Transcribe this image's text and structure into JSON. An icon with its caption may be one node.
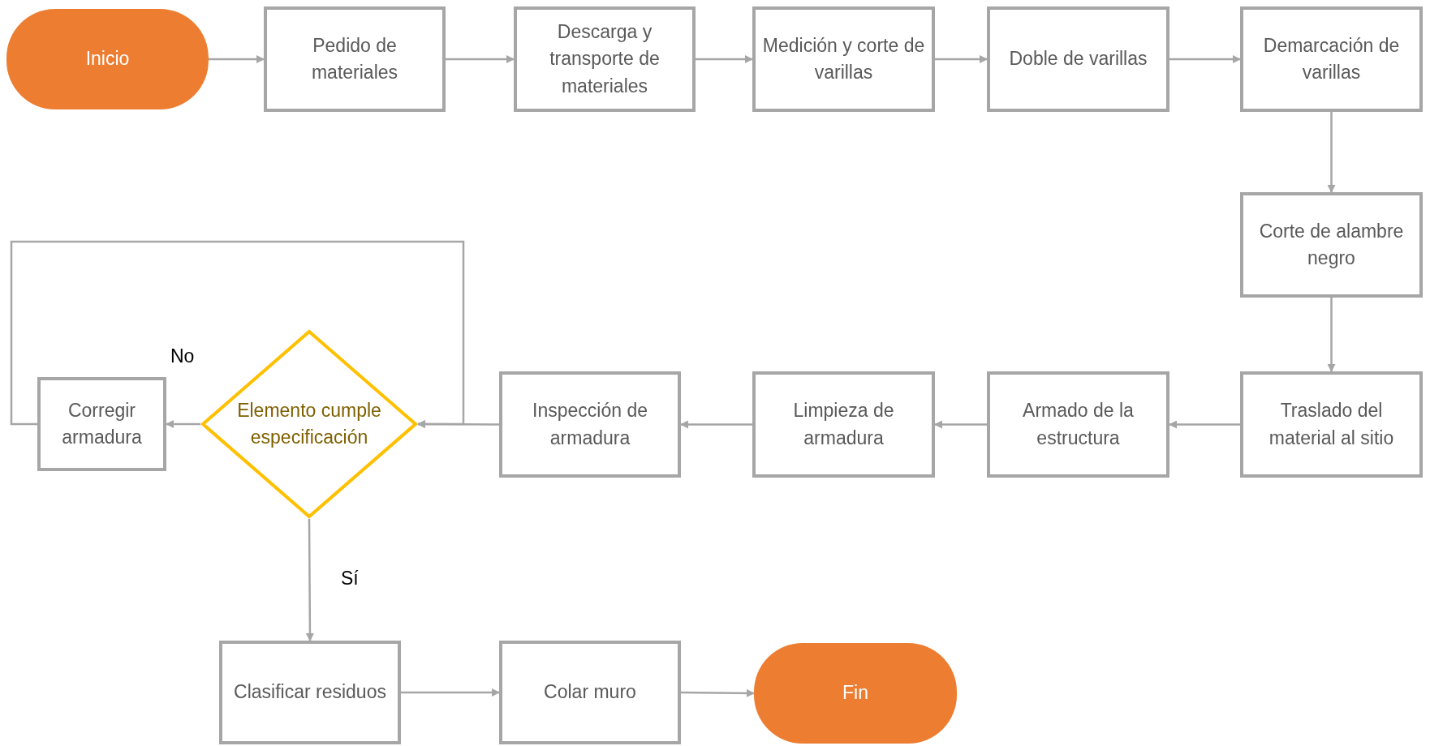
{
  "diagram": {
    "nodes": [
      {
        "text": [
          "Inicio"
        ]
      },
      {
        "text": [
          "Pedido de materiales"
        ]
      },
      {
        "text": [
          "Descarga y transporte de materiales"
        ]
      },
      {
        "text": [
          "Medición y corte de varillas"
        ]
      },
      {
        "text": [
          "Doble de varillas"
        ]
      },
      {
        "text": [
          "Demarcación de varillas"
        ]
      },
      {
        "text": [
          "Corte de alambre negro"
        ]
      },
      {
        "text": [
          "Traslado del material al sitio"
        ]
      },
      {
        "text": [
          "Armado de la estructura"
        ]
      },
      {
        "text": [
          "Limpieza de armadura"
        ]
      },
      {
        "text": [
          "Inspección de armadura"
        ]
      },
      {
        "text": [
          "Elemento cumple especificación"
        ]
      },
      {
        "text": [
          "Corregir armadura"
        ]
      },
      {
        "text": [
          "Clasificar residuos"
        ]
      },
      {
        "text": [
          "Colar  muro"
        ]
      },
      {
        "text": [
          "Fin"
        ]
      }
    ],
    "edges": [
      {
        "from": 0,
        "to": 1,
        "arrow": "to"
      },
      {
        "from": 1,
        "to": 2,
        "arrow": "to"
      },
      {
        "from": 2,
        "to": 3,
        "arrow": "to"
      },
      {
        "from": 3,
        "to": 4,
        "arrow": "to"
      },
      {
        "from": 4,
        "to": 5,
        "arrow": "to"
      },
      {
        "from": 5,
        "to": 6,
        "arrow": "to"
      },
      {
        "from": 6,
        "to": 7,
        "arrow": "to"
      },
      {
        "from": 7,
        "to": 8,
        "arrow": "to"
      },
      {
        "from": 8,
        "to": 9,
        "arrow": "to"
      },
      {
        "from": 9,
        "to": 10,
        "arrow": "to"
      },
      {
        "from": 10,
        "to": 11,
        "arrow": "to"
      },
      {
        "from": 11,
        "to": 12,
        "arrow": "to",
        "label": "No"
      },
      {
        "from": 12,
        "to": 11,
        "arrow": "to"
      },
      {
        "from": 11,
        "to": 13,
        "arrow": "to",
        "label": "Sí"
      },
      {
        "from": 13,
        "to": 14,
        "arrow": "to"
      },
      {
        "from": 14,
        "to": 15,
        "arrow": "to"
      }
    ]
  }
}
